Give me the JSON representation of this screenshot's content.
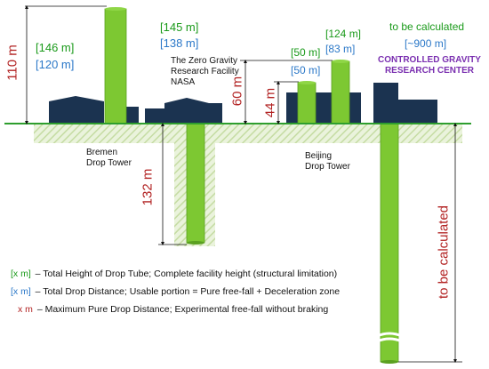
{
  "heights": {
    "bremen": "110 m",
    "nasa_depth": "132 m",
    "beijing_total": "60 m",
    "beijing_drop": "44 m",
    "ctrl_depth": "to be calculated"
  },
  "bremen": {
    "total": "[146 m]",
    "usable": "[120 m]",
    "name": "Bremen\nDrop Tower"
  },
  "nasa": {
    "total": "[145 m]",
    "usable": "[138 m]",
    "name": "The Zero Gravity\nResearch Facility\nNASA"
  },
  "beijing": {
    "total1": "[50 m]",
    "total2": "[124 m]",
    "usable1": "[50 m]",
    "usable2": "[83 m]",
    "name": "Beijing\nDrop Tower"
  },
  "controlled": {
    "total": "to be calculated",
    "usable": "[~900 m]",
    "name": "CONTROLLED GRAVITY\nRESEARCH CENTER"
  },
  "legend": [
    {
      "tag": "[x m]",
      "text": " – Total Height of Drop Tube; Complete facility height (structural limitation)",
      "color": "#1a9a1a"
    },
    {
      "tag": "[x m]",
      "text": " – Total Drop Distance; Usable portion = Pure free-fall + Deceleration zone",
      "color": "#2b78c8"
    },
    {
      "tag": "x m",
      "text": " – Maximum Pure Drop Distance; Experimental free-fall without braking",
      "color": "#b22222"
    }
  ],
  "colors": {
    "tube_green": "#7dc832",
    "ground_line": "#2e9e2e",
    "ground_fill": "#d6e8bd",
    "building": "#1b3350"
  }
}
